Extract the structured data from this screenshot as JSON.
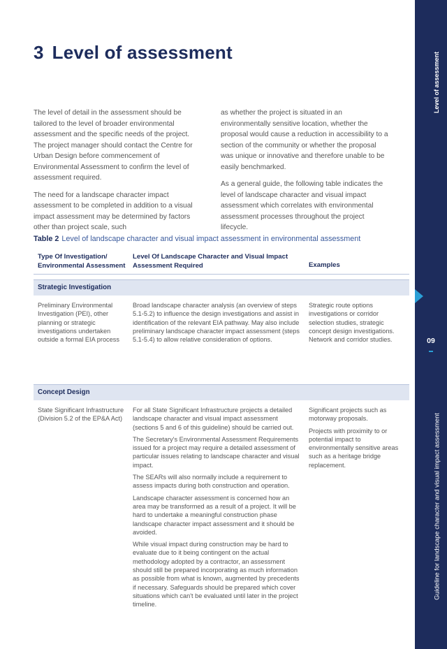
{
  "heading": {
    "number": "3",
    "title": "Level of assessment"
  },
  "intro": {
    "left": [
      "The level of detail in the assessment should be tailored to the level of broader environmental assessment and the specific needs of the project. The project manager should contact the Centre for Urban Design before commencement of Environmental Assessment to confirm the level of assessment required.",
      "The need for a landscape character impact assessment to be completed in addition to a visual impact assessment may be determined by factors other than project scale, such"
    ],
    "right": [
      "as whether the project is situated in an environmentally sensitive location, whether the proposal would cause a reduction in accessibility to a section of the community or whether the proposal was unique or innovative and therefore unable to be easily benchmarked.",
      "As a general guide, the following table indicates the level of landscape character and visual impact assessment which correlates with environmental assessment processes throughout the project lifecycle."
    ]
  },
  "table": {
    "caption_label": "Table 2",
    "caption_text": "Level of landscape character and visual impact assessment in environmental assessment",
    "headers": [
      "Type Of Investigation/ Environmental Assessment",
      "Level Of Landscape Character and Visual Impact Assessment Required",
      "Examples"
    ],
    "sections": [
      {
        "title": "Strategic Investigation",
        "col1": "Preliminary Environmental Investigation (PEI), other planning or strategic investigations undertaken outside a formal EIA process",
        "col2": [
          "Broad landscape character analysis (an overview of steps 5.1-5.2) to influence the design investigations and assist in identification of the relevant EIA pathway. May also include preliminary landscape character impact assessment (steps 5.1-5.4) to allow relative consideration of options."
        ],
        "col3": [
          "Strategic route options investigations or corridor selection studies, strategic concept design investigations. Network and corridor studies."
        ]
      },
      {
        "title": "Concept Design",
        "col1": "State Significant Infrastructure (Division 5.2 of the EP&A Act)",
        "col2": [
          "For all State Significant Infrastructure projects a detailed landscape character and visual impact assessment (sections 5 and 6 of this guideline) should be carried out.",
          "The Secretary's Environmental Assessment Requirements issued for a project may require a detailed assessment of particular issues relating to landscape character and visual impact.",
          "The SEARs will also normally include a requirement to assess impacts during both construction and operation.",
          "Landscape character assessment is concerned how an area may be transformed as a result of a project. It will be hard to undertake a meaningful construction phase landscape character impact assessment and it should be avoided.",
          "While visual impact during construction may be hard to evaluate due to it being contingent on the actual methodology adopted by a contractor, an assessment should still be prepared incorporating as much information as possible from what is known, augmented by precedents if necessary. Safeguards should be prepared which cover situations which can't be evaluated until later in the project timeline."
        ],
        "col3": [
          "Significant projects such as motorway proposals.",
          "Projects with proximity to or potential impact to environmentally sensitive areas such as a heritage bridge replacement."
        ]
      }
    ]
  },
  "side": {
    "section_label": "Level of assessment",
    "page_number": "09",
    "document_title": "Guideline for landscape character and visual impact assessment"
  },
  "colors": {
    "navy": "#1d2c5c",
    "accent": "#2a9fd6",
    "table_band": "#dfe5f1"
  }
}
